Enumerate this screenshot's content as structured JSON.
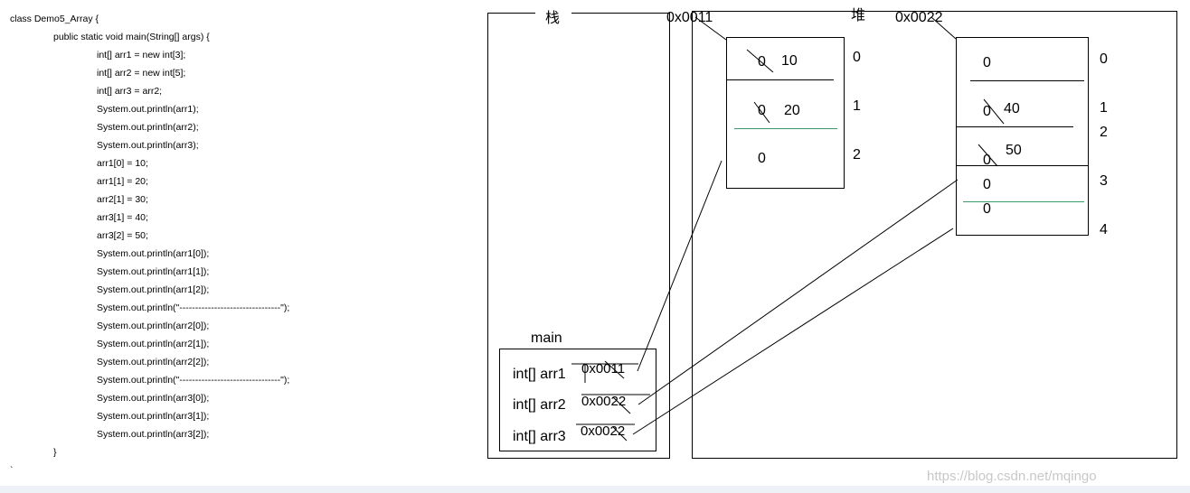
{
  "code": {
    "lines": [
      {
        "text": "class Demo5_Array {",
        "indent": 0
      },
      {
        "text": "public static void main(String[] args) {",
        "indent": 1
      },
      {
        "text": "int[] arr1 = new int[3];",
        "indent": 2
      },
      {
        "text": "int[] arr2 = new int[5];",
        "indent": 2
      },
      {
        "text": "int[] arr3 = arr2;",
        "indent": 2
      },
      {
        "text": "System.out.println(arr1);",
        "indent": 2
      },
      {
        "text": "System.out.println(arr2);",
        "indent": 2
      },
      {
        "text": "System.out.println(arr3);",
        "indent": 2
      },
      {
        "text": "arr1[0] = 10;",
        "indent": 2
      },
      {
        "text": "arr1[1] = 20;",
        "indent": 2
      },
      {
        "text": "arr2[1] = 30;",
        "indent": 2
      },
      {
        "text": "arr3[1] = 40;",
        "indent": 2
      },
      {
        "text": "arr3[2] = 50;",
        "indent": 2
      },
      {
        "text": "System.out.println(arr1[0]);",
        "indent": 2
      },
      {
        "text": "System.out.println(arr1[1]);",
        "indent": 2
      },
      {
        "text": "System.out.println(arr1[2]);",
        "indent": 2
      },
      {
        "text": "System.out.println(\"--------------------------------\");",
        "indent": 2
      },
      {
        "text": "System.out.println(arr2[0]);",
        "indent": 2
      },
      {
        "text": "System.out.println(arr2[1]);",
        "indent": 2
      },
      {
        "text": "System.out.println(arr2[2]);",
        "indent": 2
      },
      {
        "text": "System.out.println(\"--------------------------------\");",
        "indent": 2
      },
      {
        "text": "System.out.println(arr3[0]);",
        "indent": 2
      },
      {
        "text": "System.out.println(arr3[1]);",
        "indent": 2
      },
      {
        "text": "System.out.println(arr3[2]);",
        "indent": 2
      },
      {
        "text": "}",
        "indent": 1
      },
      {
        "text": "`",
        "indent": 0
      }
    ]
  },
  "diagram": {
    "stack_label": "栈",
    "heap_label": "堆",
    "frame_label": "main",
    "stack_vars": [
      {
        "name": "int[] arr1",
        "value": "0x0011"
      },
      {
        "name": "int[] arr2",
        "value": "0x0022"
      },
      {
        "name": "int[] arr3",
        "value": "0x0022"
      }
    ],
    "heap_arrays": [
      {
        "address": "0x0011",
        "cells": [
          {
            "old": "0",
            "value": "10",
            "crossed": true
          },
          {
            "old": "0",
            "value": "20",
            "crossed": true
          },
          {
            "old": "0",
            "value": "",
            "crossed": false
          }
        ],
        "indices": [
          "0",
          "1",
          "2"
        ]
      },
      {
        "address": "0x0022",
        "cells": [
          {
            "old": "0",
            "value": "",
            "crossed": false
          },
          {
            "old": "0",
            "value": "40",
            "crossed": true
          },
          {
            "old": "0",
            "value": "50",
            "crossed": true
          },
          {
            "old": "0",
            "value": "",
            "crossed": false
          },
          {
            "old": "0",
            "value": "",
            "crossed": false
          }
        ],
        "indices": [
          "0",
          "1",
          "2",
          "3",
          "4"
        ]
      }
    ]
  },
  "watermark": "https://blog.csdn.net/mqingo"
}
